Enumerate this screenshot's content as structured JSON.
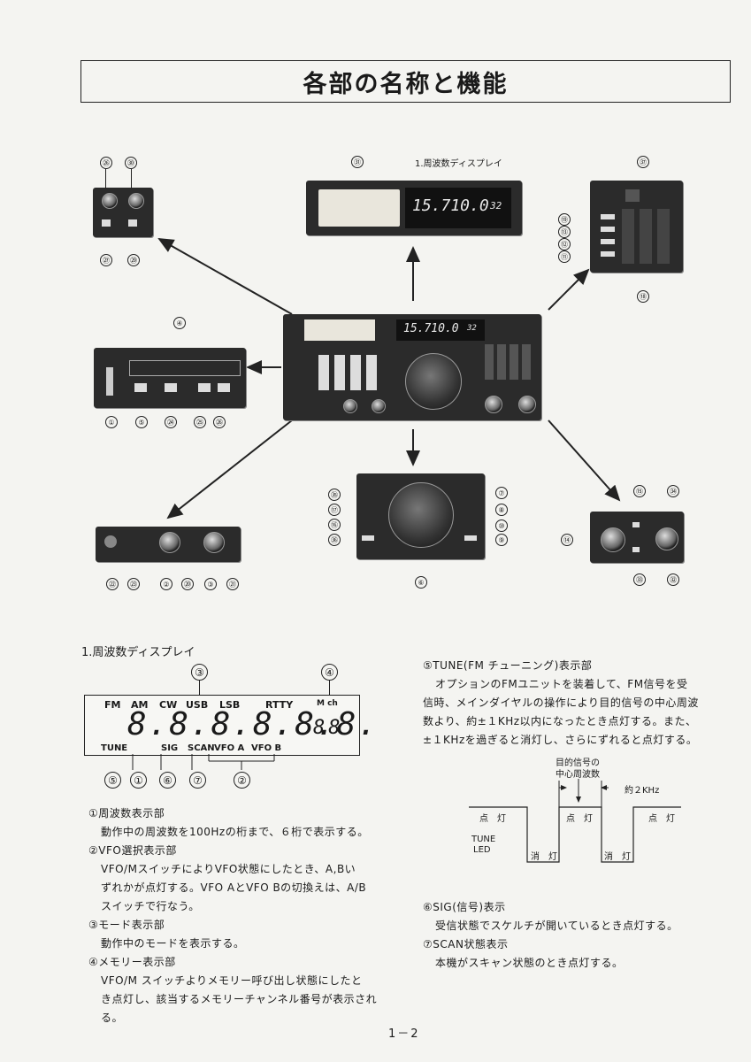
{
  "page_title": "各部の名称と機能",
  "page_number": "1－2",
  "diagram": {
    "display_panel_label": "1.周波数ディスプレイ",
    "display_panel_freq": "15.710.0",
    "display_panel_ch": "32",
    "center_freq": "15.710.0",
    "center_ch": "32",
    "callouts": {
      "n26": "㉖",
      "n30": "㉚",
      "n27": "㉗",
      "n29": "㉙",
      "n31": "㉛",
      "n37": "㊲",
      "n19": "⑲",
      "n13": "⑬",
      "n12": "⑫",
      "n11": "⑪",
      "n18": "⑱",
      "n4": "④",
      "n1": "①",
      "n5": "⑤",
      "n24": "㉔",
      "n25": "㉕",
      "n26b": "㉖",
      "n35": "㉟",
      "n17": "⑰",
      "n16": "⑯",
      "n36": "㊱",
      "n7": "⑦",
      "n8": "⑧",
      "n10": "⑩",
      "n9": "⑨",
      "n6": "⑥",
      "n22": "㉒",
      "n23": "㉓",
      "n2": "②",
      "n20": "⑳",
      "n3": "③",
      "n21": "㉑",
      "n15": "⑮",
      "n34": "㉞",
      "n14": "⑭",
      "n33": "㉝",
      "n32": "㉜"
    }
  },
  "section1": {
    "heading": "1.周波数ディスプレイ",
    "lcd": {
      "labels": [
        "FM",
        "AM",
        "CW",
        "USB",
        "LSB",
        "RTTY"
      ],
      "mch": "M ch",
      "digits": "8.8.8.8.8.8.",
      "ch_digits": "88",
      "tune": "TUNE",
      "sig": "SIG",
      "scan": "SCAN",
      "vfo_a": "VFO A",
      "vfo_b": "VFO B",
      "top_callouts": [
        "③",
        "④"
      ],
      "bottom_callouts": [
        "⑤",
        "①",
        "⑥",
        "⑦",
        "②"
      ]
    },
    "items": [
      {
        "head": "①周波数表示部",
        "lines": [
          "動作中の周波数を100Hzの桁まで、６桁で表示する。"
        ]
      },
      {
        "head": "②VFO選択表示部",
        "lines": [
          "VFO/MスイッチによりVFO状態にしたとき、A,Bい",
          "ずれかが点灯する。VFO AとVFO Bの切換えは、A/B",
          "スイッチで行なう。"
        ]
      },
      {
        "head": "③モード表示部",
        "lines": [
          "動作中のモードを表示する。"
        ]
      },
      {
        "head": "④メモリー表示部",
        "lines": [
          "VFO/M スイッチよりメモリー呼び出し状態にしたと",
          "き点灯し、該当するメモリーチャンネル番号が表示され",
          "る。"
        ]
      }
    ]
  },
  "section2": {
    "items": [
      {
        "head": "⑤TUNE(FM チューニング)表示部",
        "lines": [
          "オプションのFMユニットを装着して、FM信号を受",
          "信時、メインダイヤルの操作により目的信号の中心周波",
          "数より、約±１KHz以内になったとき点灯する。また、",
          "±１KHzを過ぎると消灯し、さらにずれると点灯する。"
        ]
      },
      {
        "head": "⑥SIG(信号)表示",
        "lines": [
          "受信状態でスケルチが開いているとき点灯する。"
        ]
      },
      {
        "head": "⑦SCAN状態表示",
        "lines": [
          "本機がスキャン状態のとき点灯する。"
        ]
      }
    ],
    "tune_diagram": {
      "target_label_1": "目的信号の",
      "target_label_2": "中心周波数",
      "bandwidth": "約２KHz",
      "on_left": "点　灯",
      "on_center": "点　灯",
      "on_right": "点　灯",
      "off_left": "消　灯",
      "off_right": "消　灯",
      "tune_led_1": "TUNE",
      "tune_led_2": "LED"
    }
  }
}
